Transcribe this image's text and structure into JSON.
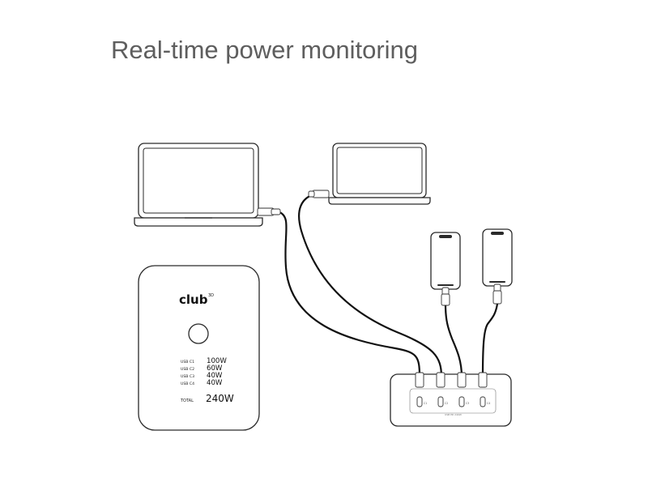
{
  "title": "Real-time power monitoring",
  "charger_display": {
    "logo": "club",
    "logo_superscript": "3D",
    "ports": [
      {
        "label": "USB C1",
        "watts": "100W"
      },
      {
        "label": "USB C2",
        "watts": "60W"
      },
      {
        "label": "USB C3",
        "watts": "40W"
      },
      {
        "label": "USB C4",
        "watts": "40W"
      }
    ],
    "total_label": "TOTAL",
    "total_watts": "240W"
  },
  "hub": {
    "port_labels": [
      "C1",
      "C2",
      "C3",
      "C4"
    ],
    "bottom_text": "USB PD 240W"
  }
}
